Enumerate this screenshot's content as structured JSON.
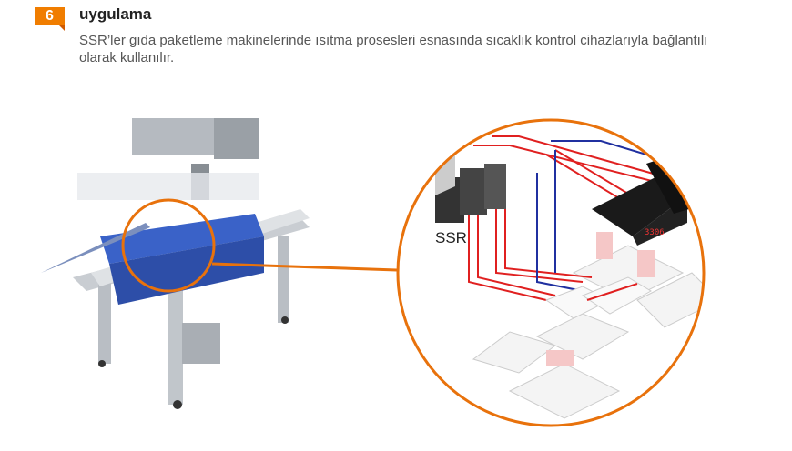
{
  "section": {
    "number": "6",
    "title": "uygulama",
    "description": "SSR’ler gıda paketleme makinelerinde ısıtma prosesleri esnasında sıcaklık kontrol cihazlarıyla bağlantılı olarak kullanılır."
  },
  "illustration": {
    "ssr_label": "SSR",
    "accent_color": "#e8720c"
  }
}
